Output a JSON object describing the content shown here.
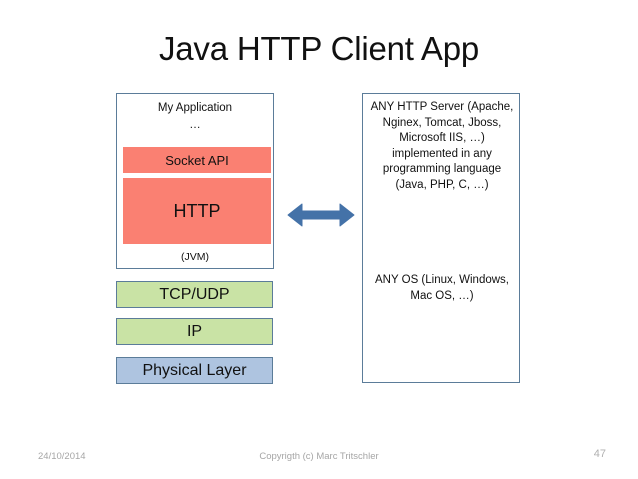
{
  "slide": {
    "title": "Java HTTP Client App",
    "colors": {
      "pink": "#FA8072",
      "green": "#C9E3A5",
      "blue": "#AEC4E0",
      "border": "#5B7C99",
      "arrow": "#4472A8",
      "footer_text": "#A6A6A6"
    }
  },
  "client": {
    "app_label": "My Application",
    "app_ellipsis": "…",
    "socket_api_label": "Socket API",
    "http_label": "HTTP",
    "jvm_label": "(JVM)"
  },
  "stack": {
    "tcp_udp_label": "TCP/UDP",
    "ip_label": "IP",
    "physical_layer_label": "Physical Layer"
  },
  "server": {
    "description": "ANY HTTP Server (Apache, Nginex, Tomcat, Jboss, Microsoft IIS, …) implemented in any programming language (Java, PHP, C, …)",
    "os_description": "ANY OS (Linux, Windows, Mac OS, …)"
  },
  "arrow": {
    "name": "double-headed-arrow",
    "direction": "bidirectional"
  },
  "footer": {
    "date": "24/10/2014",
    "copyright": "Copyrigth (c) Marc Tritschler",
    "page_number": "47"
  }
}
